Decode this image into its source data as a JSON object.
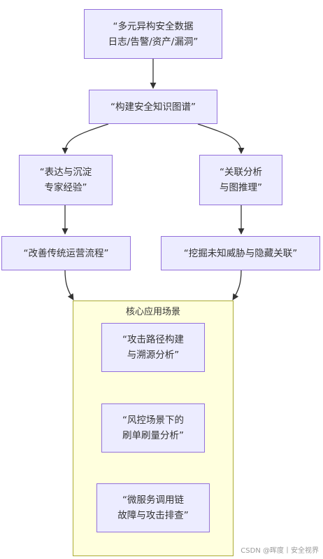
{
  "nodes": {
    "n1": "“多元异构安全数据\n日志/告警/资产/漏洞”",
    "n2": "“构建安全知识图谱”",
    "n3": "“表达与沉淀\n专家经验”",
    "n4": "“关联分析\n与图推理”",
    "n5": "“改善传统运营流程”",
    "n6": "“挖掘未知威胁与隐藏关联”"
  },
  "cluster": {
    "title": "核心应用场景",
    "items": [
      "“攻击路径构建\n与溯源分析”",
      "“风控场景下的\n刷单刷量分析”",
      "“微服务调用链\n故障与攻击排查”"
    ]
  },
  "watermark": "CSDN @晖度丨安全视界"
}
